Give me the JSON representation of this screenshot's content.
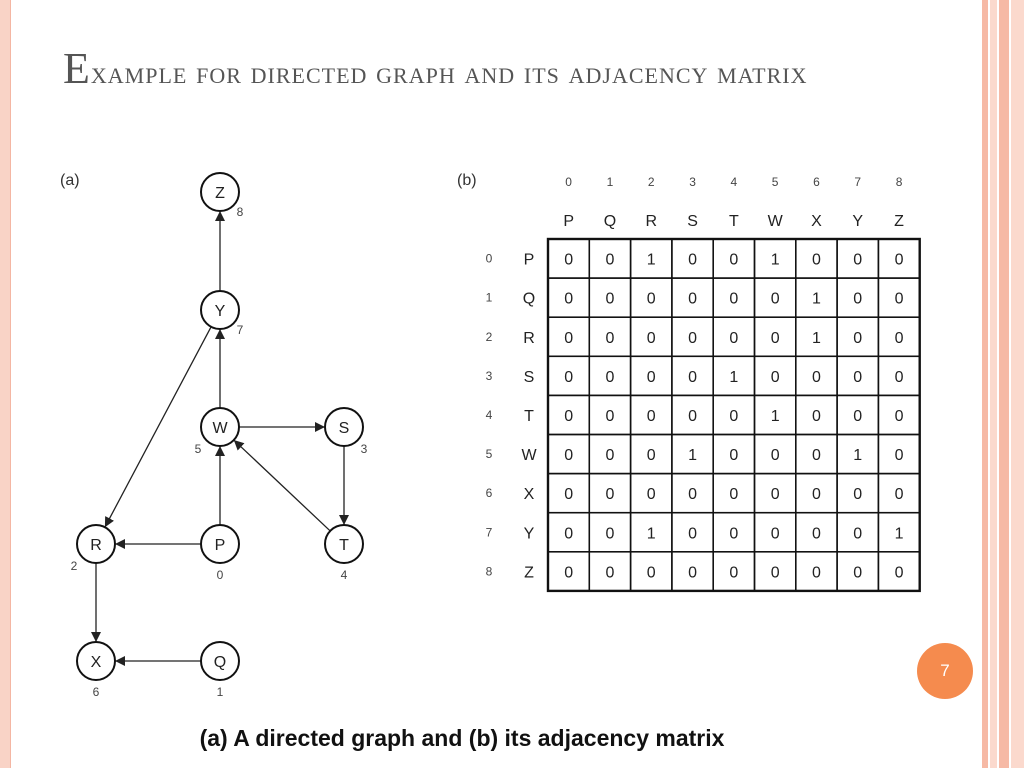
{
  "title": {
    "first_letter": "E",
    "rest": "xample for directed graph and its adjacency matrix"
  },
  "panels": {
    "a_label": "(a)",
    "b_label": "(b)"
  },
  "graph": {
    "nodes": [
      {
        "id": "Z",
        "label": "Z",
        "index": "8"
      },
      {
        "id": "Y",
        "label": "Y",
        "index": "7"
      },
      {
        "id": "W",
        "label": "W",
        "index": "5"
      },
      {
        "id": "S",
        "label": "S",
        "index": "3"
      },
      {
        "id": "R",
        "label": "R",
        "index": "2"
      },
      {
        "id": "P",
        "label": "P",
        "index": "0"
      },
      {
        "id": "T",
        "label": "T",
        "index": "4"
      },
      {
        "id": "X",
        "label": "X",
        "index": "6"
      },
      {
        "id": "Q",
        "label": "Q",
        "index": "1"
      }
    ],
    "edges": [
      {
        "from": "P",
        "to": "R"
      },
      {
        "from": "P",
        "to": "W"
      },
      {
        "from": "Q",
        "to": "X"
      },
      {
        "from": "R",
        "to": "X"
      },
      {
        "from": "S",
        "to": "T"
      },
      {
        "from": "T",
        "to": "W"
      },
      {
        "from": "W",
        "to": "S"
      },
      {
        "from": "W",
        "to": "Y"
      },
      {
        "from": "Y",
        "to": "R"
      },
      {
        "from": "Y",
        "to": "Z"
      }
    ]
  },
  "matrix": {
    "col_indices": [
      "0",
      "1",
      "2",
      "3",
      "4",
      "5",
      "6",
      "7",
      "8"
    ],
    "col_labels": [
      "P",
      "Q",
      "R",
      "S",
      "T",
      "W",
      "X",
      "Y",
      "Z"
    ],
    "row_indices": [
      "0",
      "1",
      "2",
      "3",
      "4",
      "5",
      "6",
      "7",
      "8"
    ],
    "row_labels": [
      "P",
      "Q",
      "R",
      "S",
      "T",
      "W",
      "X",
      "Y",
      "Z"
    ],
    "cells": [
      [
        "0",
        "0",
        "1",
        "0",
        "0",
        "1",
        "0",
        "0",
        "0"
      ],
      [
        "0",
        "0",
        "0",
        "0",
        "0",
        "0",
        "1",
        "0",
        "0"
      ],
      [
        "0",
        "0",
        "0",
        "0",
        "0",
        "0",
        "1",
        "0",
        "0"
      ],
      [
        "0",
        "0",
        "0",
        "0",
        "1",
        "0",
        "0",
        "0",
        "0"
      ],
      [
        "0",
        "0",
        "0",
        "0",
        "0",
        "1",
        "0",
        "0",
        "0"
      ],
      [
        "0",
        "0",
        "0",
        "1",
        "0",
        "0",
        "0",
        "1",
        "0"
      ],
      [
        "0",
        "0",
        "0",
        "0",
        "0",
        "0",
        "0",
        "0",
        "0"
      ],
      [
        "0",
        "0",
        "1",
        "0",
        "0",
        "0",
        "0",
        "0",
        "1"
      ],
      [
        "0",
        "0",
        "0",
        "0",
        "0",
        "0",
        "0",
        "0",
        "0"
      ]
    ]
  },
  "caption": "(a) A directed graph and (b) its adjacency matrix",
  "page_number": "7",
  "colors": {
    "accent": "#f58b4e",
    "stripe_light": "#fbd9cd",
    "stripe_mid": "#f6b9a5",
    "title": "#555555"
  }
}
